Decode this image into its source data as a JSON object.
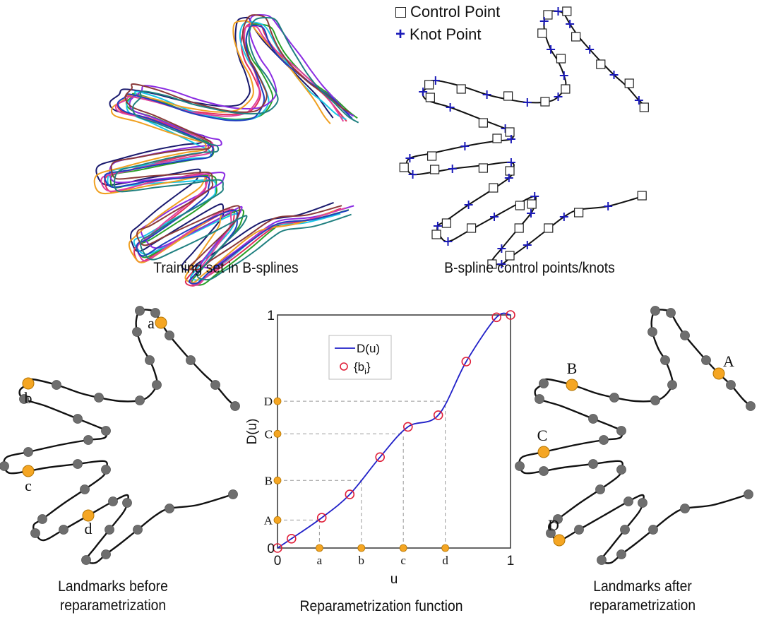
{
  "panels": {
    "training": {
      "caption": "Training set in B-splines",
      "curve_colors": [
        "#1a1a6e",
        "#e0305a",
        "#2aa02a",
        "#19c6e6",
        "#8a2be2",
        "#f0a020",
        "#e040a0",
        "#1f3fbf",
        "#8b3a3a",
        "#208080"
      ]
    },
    "control": {
      "caption": "B-spline control points/knots",
      "legend": [
        {
          "symbol": "square",
          "label": "Control Point"
        },
        {
          "symbol": "plus",
          "label": "Knot Point"
        }
      ],
      "knot_color": "#1a1ab8"
    },
    "before": {
      "caption_line1": "Landmarks before",
      "caption_line2": "reparametrization",
      "landmarks": [
        {
          "label": "a"
        },
        {
          "label": "b"
        },
        {
          "label": "c"
        },
        {
          "label": "d"
        }
      ]
    },
    "after": {
      "caption_line1": "Landmarks after",
      "caption_line2": "reparametrization",
      "landmarks": [
        {
          "label": "A"
        },
        {
          "label": "B"
        },
        {
          "label": "C"
        },
        {
          "label": "D"
        }
      ]
    },
    "function": {
      "caption": "Reparametrization function"
    }
  },
  "colors": {
    "landmark": "#f5a623",
    "sample": "#6e6e6e",
    "curve": "#111111",
    "func_line": "#2020c8",
    "func_marker": "#e0203a"
  },
  "chart_data": {
    "type": "line",
    "title": "",
    "xlabel": "u",
    "ylabel": "D(u)",
    "xlim": [
      0,
      1
    ],
    "ylim": [
      0,
      1
    ],
    "x_ticks": [
      {
        "value": 0,
        "label": "0"
      },
      {
        "value": 1,
        "label": "1"
      }
    ],
    "y_ticks": [
      {
        "value": 0,
        "label": "0"
      },
      {
        "value": 1,
        "label": "1"
      }
    ],
    "x_landmarks": [
      {
        "label": "a",
        "value": 0.18
      },
      {
        "label": "b",
        "value": 0.36
      },
      {
        "label": "c",
        "value": 0.54
      },
      {
        "label": "d",
        "value": 0.72
      }
    ],
    "y_landmarks": [
      {
        "label": "A",
        "value": 0.12
      },
      {
        "label": "B",
        "value": 0.29
      },
      {
        "label": "C",
        "value": 0.49
      },
      {
        "label": "D",
        "value": 0.63
      }
    ],
    "legend_position": "upper-left-inside",
    "series": [
      {
        "name": "D(u)",
        "style": "line",
        "x": [
          0,
          0.06,
          0.19,
          0.31,
          0.44,
          0.56,
          0.69,
          0.81,
          0.94,
          1
        ],
        "y": [
          0,
          0.04,
          0.13,
          0.23,
          0.39,
          0.52,
          0.57,
          0.8,
          0.99,
          1
        ]
      },
      {
        "name": "{b_i}",
        "label_main": "{b",
        "label_sub": "i",
        "label_end": "}",
        "style": "circle-marker",
        "x": [
          0,
          0.06,
          0.19,
          0.31,
          0.44,
          0.56,
          0.69,
          0.81,
          0.94,
          1
        ],
        "y": [
          0,
          0.04,
          0.13,
          0.23,
          0.39,
          0.52,
          0.57,
          0.8,
          0.99,
          1
        ]
      }
    ]
  }
}
